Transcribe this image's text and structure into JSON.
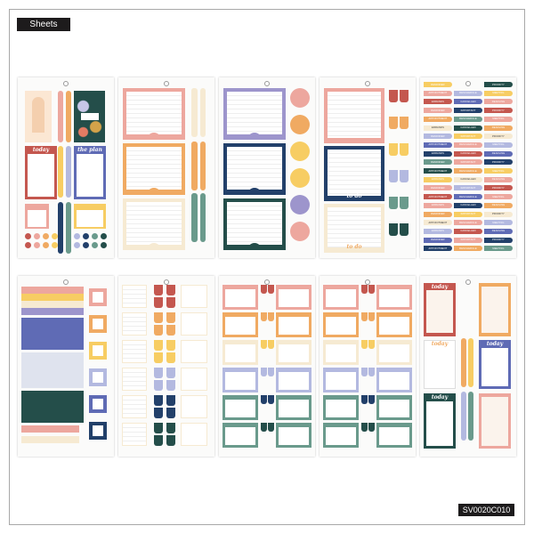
{
  "header": {
    "title": "Sheets"
  },
  "footer": {
    "code": "SV0020C010"
  },
  "stickers": {
    "today": "today",
    "the_plan": "the plan",
    "to_do": "to do",
    "tags": [
      "REMINDER",
      "IMPORTANT",
      "PRIORITY",
      "APPOINTMENT",
      "RESCHEDULE",
      "MEETING",
      "ERRANDS",
      "CANCELLED",
      "DEADLINE"
    ]
  },
  "colors": {
    "pink": "#eda79e",
    "orange": "#f0aa62",
    "cream": "#f6ead2",
    "lavender": "#9d95cc",
    "navy": "#22406a",
    "green": "#244e4a",
    "red": "#c4574f",
    "yellow": "#f7cd63",
    "blue": "#5f6bb5",
    "sage": "#6a9a8c",
    "periwinkle": "#b3b9e0"
  }
}
